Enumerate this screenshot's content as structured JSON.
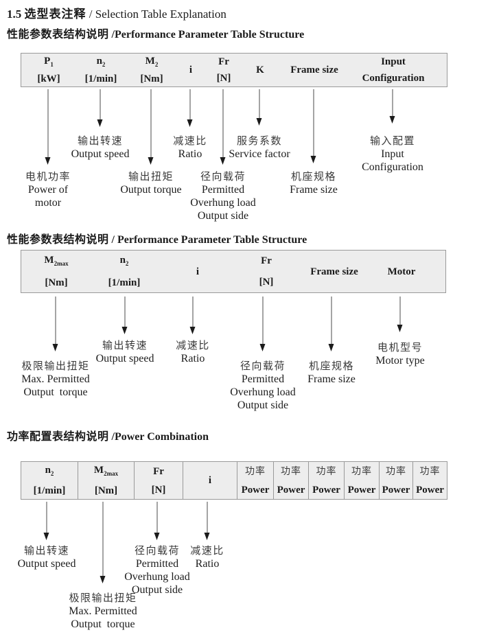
{
  "title": {
    "num": "1.5",
    "zh": "选型表注释",
    "en": "/ Selection Table Explanation"
  },
  "sections": [
    {
      "heading": {
        "zh": "性能参数表结构说明",
        "en": "/Performance Parameter Table Structure"
      },
      "table": {
        "cols": [
          {
            "main": "P",
            "sub": "1",
            "unit": "[kW]"
          },
          {
            "main": "n",
            "sub": "2",
            "unit": "[1/min]"
          },
          {
            "main": "M",
            "sub": "2",
            "unit": "[Nm]"
          },
          {
            "main": "i",
            "sub": "",
            "unit": ""
          },
          {
            "main": "Fr",
            "sub": "",
            "unit": "[N]"
          },
          {
            "main": "K",
            "sub": "",
            "unit": ""
          },
          {
            "main": "Frame size",
            "sub": "",
            "unit": ""
          },
          {
            "main": "Input",
            "sub": "",
            "unit": "Configuration"
          }
        ]
      },
      "callouts": [
        {
          "cn": "电机功率",
          "en1": "Power of",
          "en2": "motor",
          "en3": ""
        },
        {
          "cn": "输出转速",
          "en1": "Output speed",
          "en2": "",
          "en3": ""
        },
        {
          "cn": "输出扭矩",
          "en1": "Output torque",
          "en2": "",
          "en3": ""
        },
        {
          "cn": "减速比",
          "en1": "Ratio",
          "en2": "",
          "en3": ""
        },
        {
          "cn": "径向载荷",
          "en1": "Permitted",
          "en2": "Overhung load",
          "en3": "Output side"
        },
        {
          "cn": "服务系数",
          "en1": "Service factor",
          "en2": "",
          "en3": ""
        },
        {
          "cn": "机座规格",
          "en1": "Frame size",
          "en2": "",
          "en3": ""
        },
        {
          "cn": "输入配置",
          "en1": "Input",
          "en2": "Configuration",
          "en3": ""
        }
      ]
    },
    {
      "heading": {
        "zh": "性能参数表结构说明",
        "en": "/ Performance Parameter Table Structure"
      },
      "table": {
        "cols": [
          {
            "main": "M",
            "sub": "2max",
            "unit": "[Nm]"
          },
          {
            "main": "n",
            "sub": "2",
            "unit": "[1/min]"
          },
          {
            "main": "i",
            "sub": "",
            "unit": ""
          },
          {
            "main": "Fr",
            "sub": "",
            "unit": "[N]"
          },
          {
            "main": "Frame size",
            "sub": "",
            "unit": ""
          },
          {
            "main": "Motor",
            "sub": "",
            "unit": ""
          }
        ]
      },
      "callouts": [
        {
          "cn": "极限输出扭矩",
          "en1": "Max. Permitted",
          "en2": "Output  torque",
          "en3": ""
        },
        {
          "cn": "输出转速",
          "en1": "Output speed",
          "en2": "",
          "en3": ""
        },
        {
          "cn": "减速比",
          "en1": "Ratio",
          "en2": "",
          "en3": ""
        },
        {
          "cn": "径向载荷",
          "en1": "Permitted",
          "en2": "Overhung load",
          "en3": "Output side"
        },
        {
          "cn": "机座规格",
          "en1": "Frame size",
          "en2": "",
          "en3": ""
        },
        {
          "cn": "电机型号",
          "en1": "Motor type",
          "en2": "",
          "en3": ""
        }
      ]
    },
    {
      "heading": {
        "zh": "功率配置表结构说明",
        "en": "/Power Combination"
      },
      "table": {
        "cols": [
          {
            "main": "n",
            "sub": "2",
            "unit": "[1/min]"
          },
          {
            "main": "M",
            "sub": "2max",
            "unit": "[Nm]"
          },
          {
            "main": "Fr",
            "sub": "",
            "unit": "[N]"
          },
          {
            "main": "i",
            "sub": "",
            "unit": ""
          },
          {
            "main": "功率",
            "sub": "",
            "unit": "Power"
          },
          {
            "main": "功率",
            "sub": "",
            "unit": "Power"
          },
          {
            "main": "功率",
            "sub": "",
            "unit": "Power"
          },
          {
            "main": "功率",
            "sub": "",
            "unit": "Power"
          },
          {
            "main": "功率",
            "sub": "",
            "unit": "Power"
          },
          {
            "main": "功率",
            "sub": "",
            "unit": "Power"
          }
        ]
      },
      "callouts": [
        {
          "cn": "输出转速",
          "en1": "Output speed",
          "en2": "",
          "en3": ""
        },
        {
          "cn": "极限输出扭矩",
          "en1": "Max. Permitted",
          "en2": "Output  torque",
          "en3": ""
        },
        {
          "cn": "径向载荷",
          "en1": "Permitted",
          "en2": "Overhung load",
          "en3": "Output side"
        },
        {
          "cn": "减速比",
          "en1": "Ratio",
          "en2": "",
          "en3": ""
        }
      ]
    }
  ]
}
